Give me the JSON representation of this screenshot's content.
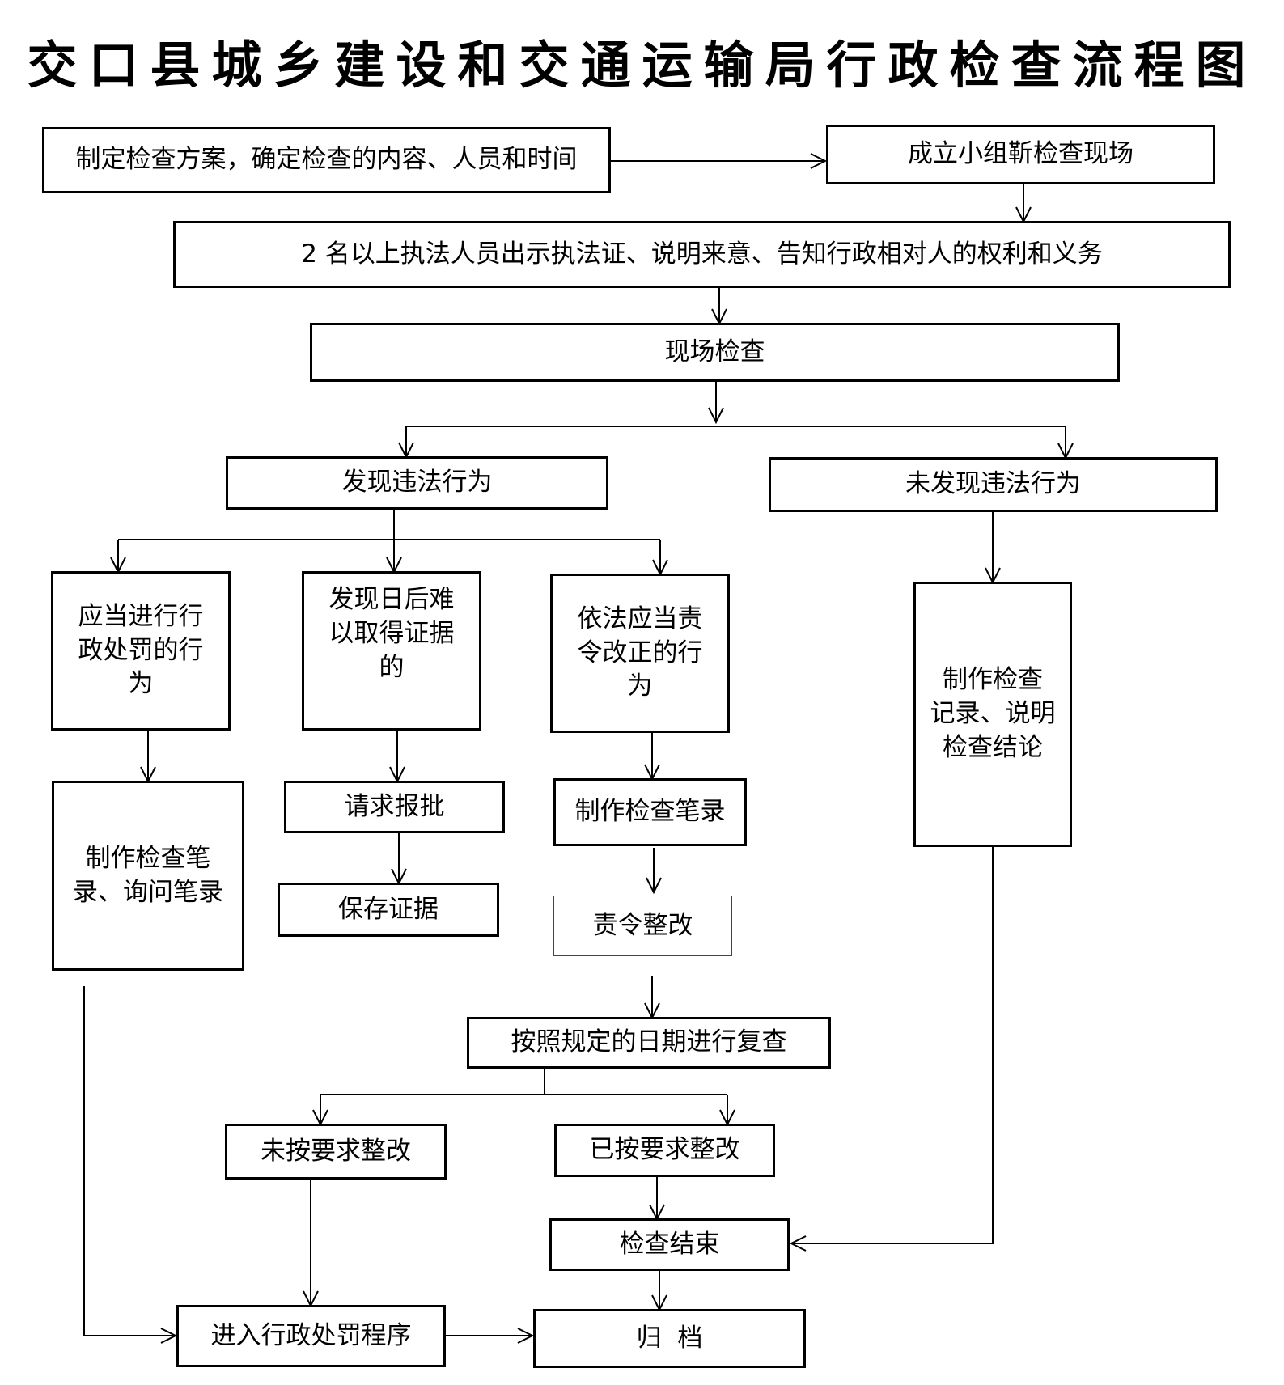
{
  "title": "交口县城乡建设和交通运输局行政检查流程图",
  "nodes": {
    "plan": "制定检查方案，确定检查的内容、人员和时间",
    "team": "成立小组靳检查现场",
    "show_cert": "2 名以上执法人员出示执法证、说明来意、告知行政相对人的权利和义务",
    "onsite": "现场检查",
    "found": "发现违法行为",
    "not_found": "未发现违法行为",
    "penalty": "应当进行行\n政处罚的行\n为",
    "evidence_hard": "发现日后难\n以取得证据\n的",
    "correct": "依法应当责\n令改正的行\n为",
    "record_conclusion": "制作检查\n记录、说明\n检查结论",
    "record_inquiry": "制作检查笔\n录、询问笔录",
    "request_approval": "请求报批",
    "preserve": "保存证据",
    "record_check": "制作检查笔录",
    "order": "责令整改",
    "recheck": "按照规定的日期进行复查",
    "not_rectified": "未按要求整改",
    "rectified": "已按要求整改",
    "end": "检查结束",
    "punish_proc": "进入行政处罚程序",
    "archive": "归  档"
  }
}
